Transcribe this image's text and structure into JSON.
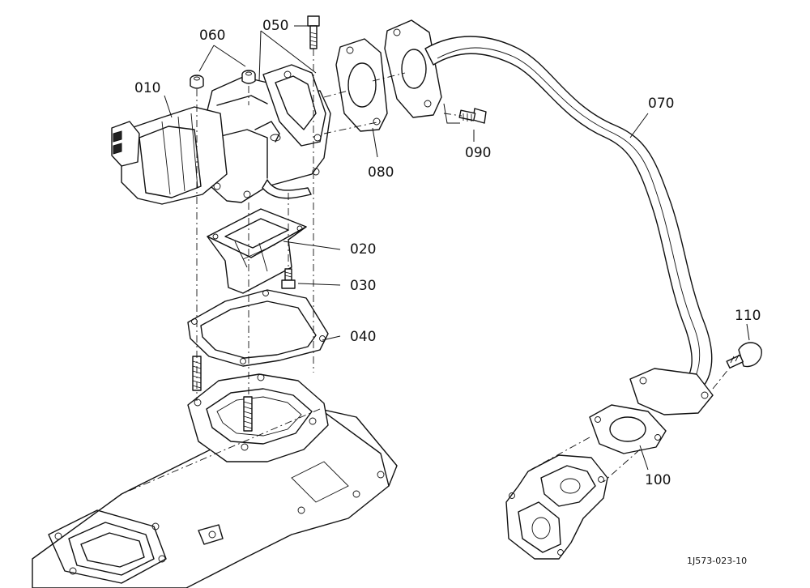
{
  "labels": {
    "p010": "010",
    "p020": "020",
    "p030": "030",
    "p040": "040",
    "p050": "050",
    "p060": "060",
    "p070": "070",
    "p080": "080",
    "p090": "090",
    "p100": "100",
    "p110": "110"
  },
  "drawing_code": "1J573-023-10"
}
